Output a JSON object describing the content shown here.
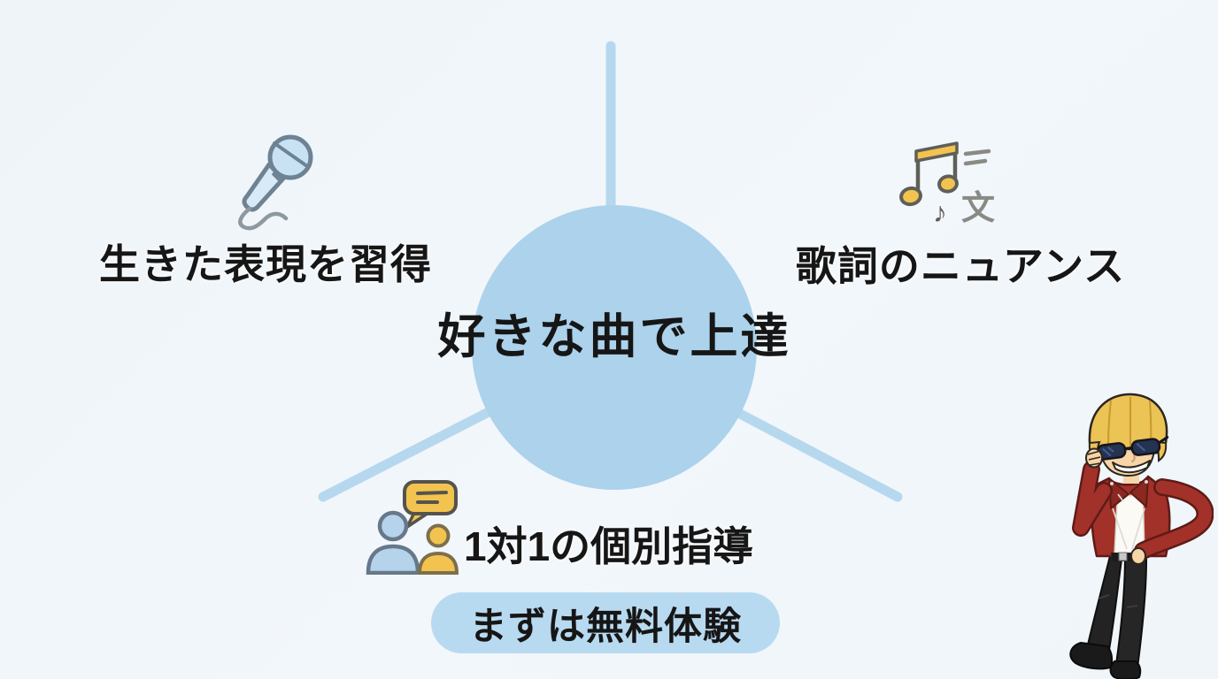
{
  "colors": {
    "background": "#f1f6fa",
    "circle": "#acd2ec",
    "spoke": "#b6d8ee",
    "pill_bg": "#b8daf0",
    "text": "#161616",
    "icon_blue": "#b5d4eb",
    "icon_yellow": "#f2c44f",
    "icon_outline": "#66788a"
  },
  "diagram": {
    "center_label": "好きな曲で上達",
    "features": [
      {
        "label": "生きた表現を習得",
        "icon": "microphone-icon",
        "position": "top-left"
      },
      {
        "label": "歌詞のニュアンス",
        "icon": "lyrics-translation-icon",
        "position": "top-right"
      },
      {
        "label": "1対1の個別指導",
        "icon": "one-on-one-chat-icon",
        "position": "bottom"
      }
    ],
    "cta_label": "まずは無料体験"
  },
  "icons": {
    "translation_glyph": "文",
    "small_note_glyph": "♪"
  }
}
